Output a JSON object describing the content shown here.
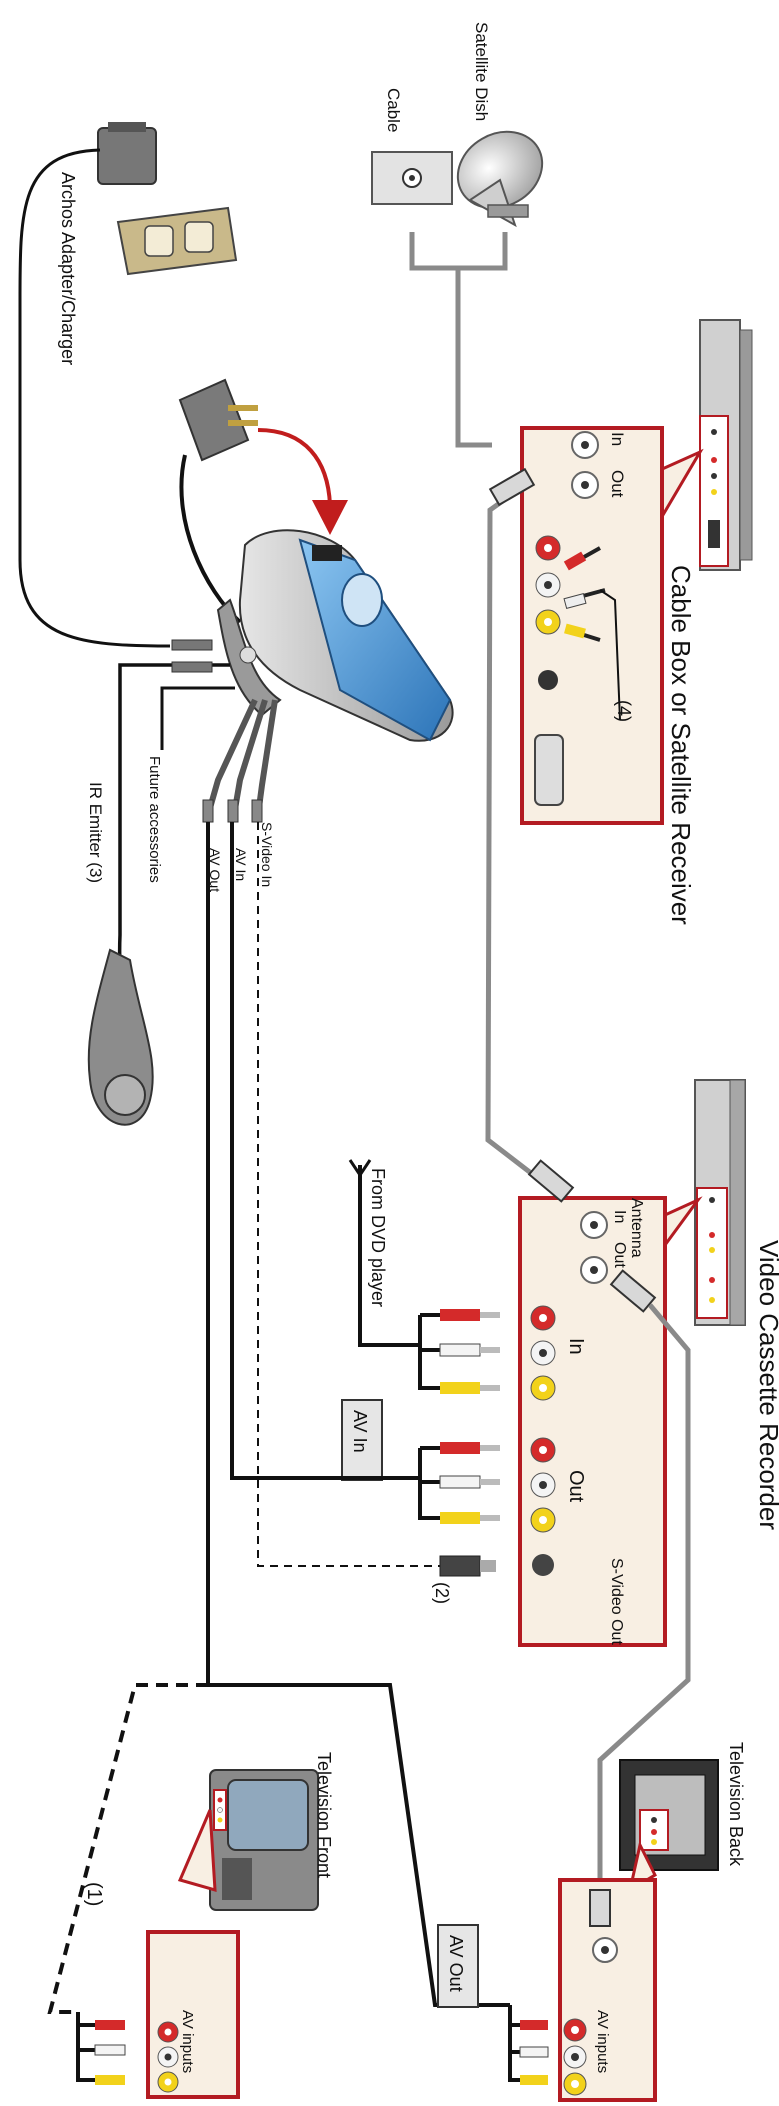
{
  "labels": {
    "satellite_dish": "Satellite Dish",
    "cable": "Cable",
    "adapter": "Archos Adapter/Charger",
    "cable_box": "Cable Box or Satellite Receiver",
    "in": "In",
    "out": "Out",
    "note_4": "(4)",
    "s_video_in": "S-Video In",
    "av_in_cable": "AV In",
    "av_out_cable": "AV Out",
    "future": "Future accessories",
    "ir_emitter": "IR Emitter (3)",
    "vcr": "Video Cassette Recorder",
    "antenna": "Antenna",
    "vcr_in": "In",
    "vcr_out": "Out",
    "s_video_out": "S-Video Out",
    "from_dvd": "From DVD player",
    "av_in_box": "AV In",
    "note_2": "(2)",
    "tv_back": "Television Back",
    "tv_front": "Television Front",
    "av_inputs_back": "AV inputs",
    "av_inputs_front": "AV inputs",
    "note_1": "(1)",
    "av_out_box": "AV Out"
  },
  "colors": {
    "panel_border": "#b31b22",
    "panel_fill": "#f8efe3",
    "cable_gray": "#8a8a8a",
    "wire_black": "#111111",
    "rca_red": "#d42a2a",
    "rca_yellow": "#f2d21b",
    "rca_white": "#f4f4f4",
    "device_blue": "#3f8fd4",
    "arrow_red": "#c11d1d"
  }
}
